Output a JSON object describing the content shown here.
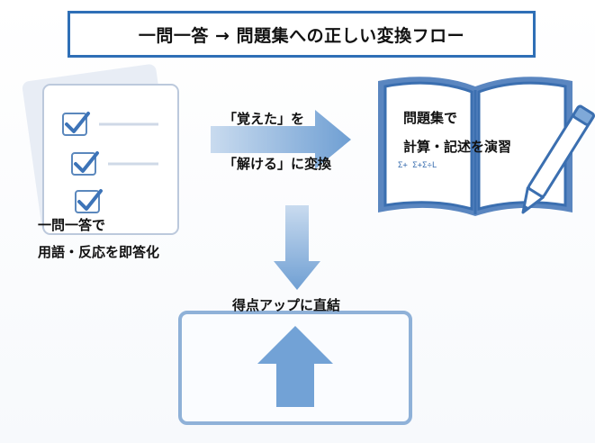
{
  "title": "一問一答 → 問題集への正しい変換フロー",
  "left_caption": {
    "line1": "一問一答で",
    "line2": "用語・反応を即答化"
  },
  "arrow_caption": {
    "line1": "「覚えた」を",
    "line2": "「解ける」に変換"
  },
  "right_caption": {
    "line1": "問題集で",
    "line2": "計算・記述を演習"
  },
  "bottom_caption": "得点アップに直結",
  "colors": {
    "border": "#2f6fb6",
    "arrow": "#7fa9d8",
    "checklist_panel": "#e4eaf3",
    "book": "#3b6fb0"
  },
  "icons": [
    "checklist-icon",
    "open-book-icon",
    "pencil-icon",
    "right-arrow-icon",
    "down-arrow-icon",
    "up-arrow-icon"
  ]
}
